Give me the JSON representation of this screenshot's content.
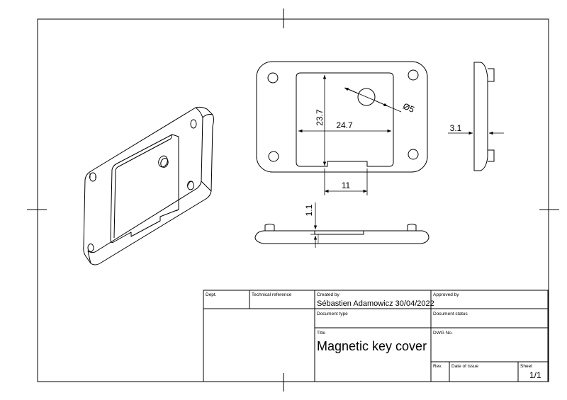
{
  "dimensions": {
    "height": "23.7",
    "width": "24.7",
    "hole_diameter": "Ø5",
    "thickness": "3.1",
    "notch_width": "11",
    "recess_depth": "1.1"
  },
  "title_block": {
    "dept_label": "Dept.",
    "tech_ref_label": "Technical reference",
    "created_by_label": "Created by",
    "created_by_value": "Sébastien Adamowicz  30/04/2022",
    "approved_by_label": "Approved by",
    "doc_type_label": "Document type",
    "doc_status_label": "Document status",
    "title_label": "Title",
    "title_value": "Magnetic key cover",
    "dwg_no_label": "DWG No.",
    "rev_label": "Rev.",
    "date_issue_label": "Date of issue",
    "sheet_label": "Sheet",
    "sheet_value": "1/1"
  }
}
